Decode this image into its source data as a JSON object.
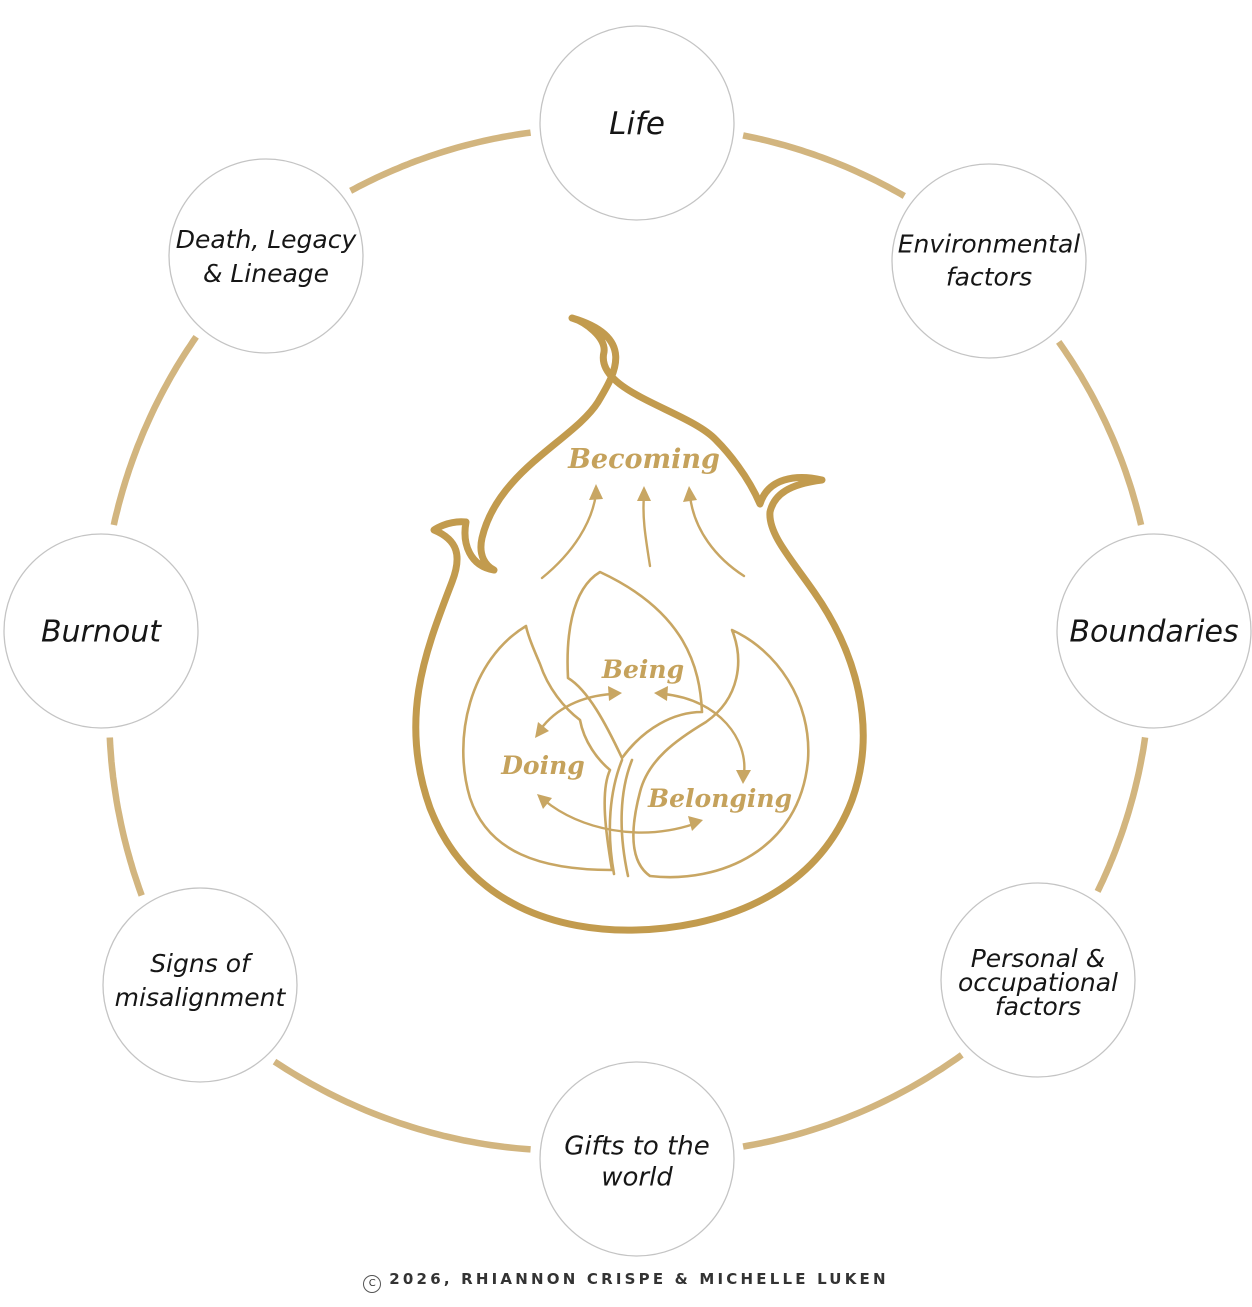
{
  "outer_nodes": [
    {
      "id": "life",
      "lines": [
        "Life"
      ]
    },
    {
      "id": "environmental-factors",
      "lines": [
        "Environmental",
        "factors"
      ]
    },
    {
      "id": "boundaries",
      "lines": [
        "Boundaries"
      ]
    },
    {
      "id": "personal-occupational-factors",
      "lines": [
        "Personal &",
        "occupational",
        "factors"
      ]
    },
    {
      "id": "gifts-to-the-world",
      "lines": [
        "Gifts to the",
        "world"
      ]
    },
    {
      "id": "signs-of-misalignment",
      "lines": [
        "Signs of",
        "misalignment"
      ]
    },
    {
      "id": "burnout",
      "lines": [
        "Burnout"
      ]
    },
    {
      "id": "death-legacy-lineage",
      "lines": [
        "Death, Legacy",
        "& Lineage"
      ]
    }
  ],
  "center": {
    "becoming": "Becoming",
    "being": "Being",
    "doing": "Doing",
    "belonging": "Belonging"
  },
  "colors": {
    "ring": "#d2b57f",
    "flame": "#c29b4e",
    "label": "#c5a25c"
  },
  "footer": {
    "copyright_symbol": "C",
    "copyright_text": "2026, RHIANNON CRISPE & MICHELLE LUKEN"
  }
}
